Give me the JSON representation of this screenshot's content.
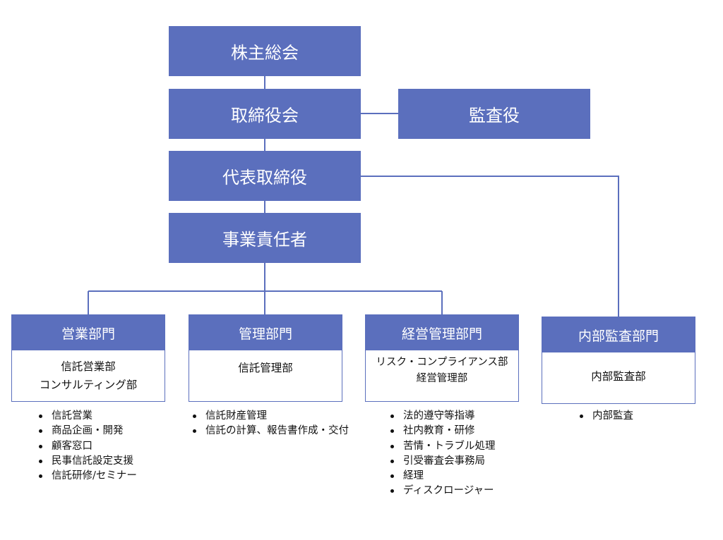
{
  "chart": {
    "top_nodes": {
      "shareholders_meeting": "株主総会",
      "board_of_directors": "取締役会",
      "auditor": "監査役",
      "representative_director": "代表取締役",
      "business_manager": "事業責任者"
    },
    "departments": [
      {
        "name": "営業部門",
        "units": [
          "信託営業部",
          "コンサルティング部"
        ],
        "duties": [
          "信託営業",
          "商品企画・開発",
          "顧客窓口",
          "民事信託設定支援",
          "信託研修/セミナー"
        ]
      },
      {
        "name": "管理部門",
        "units": [
          "信託管理部"
        ],
        "duties": [
          "信託財産管理",
          "信託の計算、報告書作成・交付"
        ]
      },
      {
        "name": "経営管理部門",
        "units": [
          "リスク・コンプライアンス部",
          "経営管理部"
        ],
        "duties": [
          "法的遵守等指導",
          "社内教育・研修",
          "苦情・トラブル処理",
          "引受審査会事務局",
          "経理",
          "ディスクロージャー"
        ]
      },
      {
        "name": "内部監査部門",
        "units": [
          "内部監査部"
        ],
        "duties": [
          "内部監査"
        ]
      }
    ]
  },
  "colors": {
    "box_fill": "#5b6fbd",
    "connector": "#5b6fbd",
    "text_on_box": "#ffffff"
  }
}
